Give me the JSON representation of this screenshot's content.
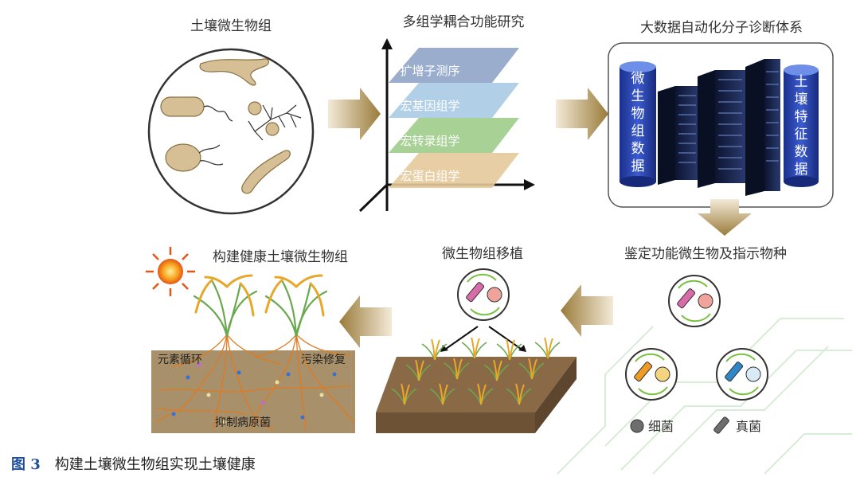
{
  "panels": {
    "soil_microbiome": "土壤微生物组",
    "multiomics": "多组学耦合功能研究",
    "big_data": "大数据自动化分子诊断体系",
    "identify": "鉴定功能微生物及指示物种",
    "transplant": "微生物组移植",
    "healthy": "构建健康土壤微生物组"
  },
  "omics_layers": [
    {
      "label": "扩增子测序",
      "color": "#8fa4c6"
    },
    {
      "label": "宏基因组学",
      "color": "#a9cbe6"
    },
    {
      "label": "宏转录组学",
      "color": "#9fcc8a"
    },
    {
      "label": "宏蛋白组学",
      "color": "#e4c99a"
    }
  ],
  "data_columns": {
    "left": [
      "微",
      "生",
      "物",
      "组",
      "数",
      "据"
    ],
    "right": [
      "土",
      "壤",
      "特",
      "征",
      "数",
      "据"
    ]
  },
  "soil_functions": {
    "cycling": "元素循环",
    "remediation": "污染修复",
    "suppression": "抑制病原菌"
  },
  "legend": {
    "bacteria": "细菌",
    "fungi": "真菌"
  },
  "caption": {
    "number": "图 3",
    "text": "构建土壤微生物组实现土壤健康"
  },
  "colors": {
    "arrow": "#a3874a",
    "microbe": "#d6bf94",
    "server": "#1e2e6e",
    "soil": "#8a6a46",
    "root": "#e07a1f"
  }
}
